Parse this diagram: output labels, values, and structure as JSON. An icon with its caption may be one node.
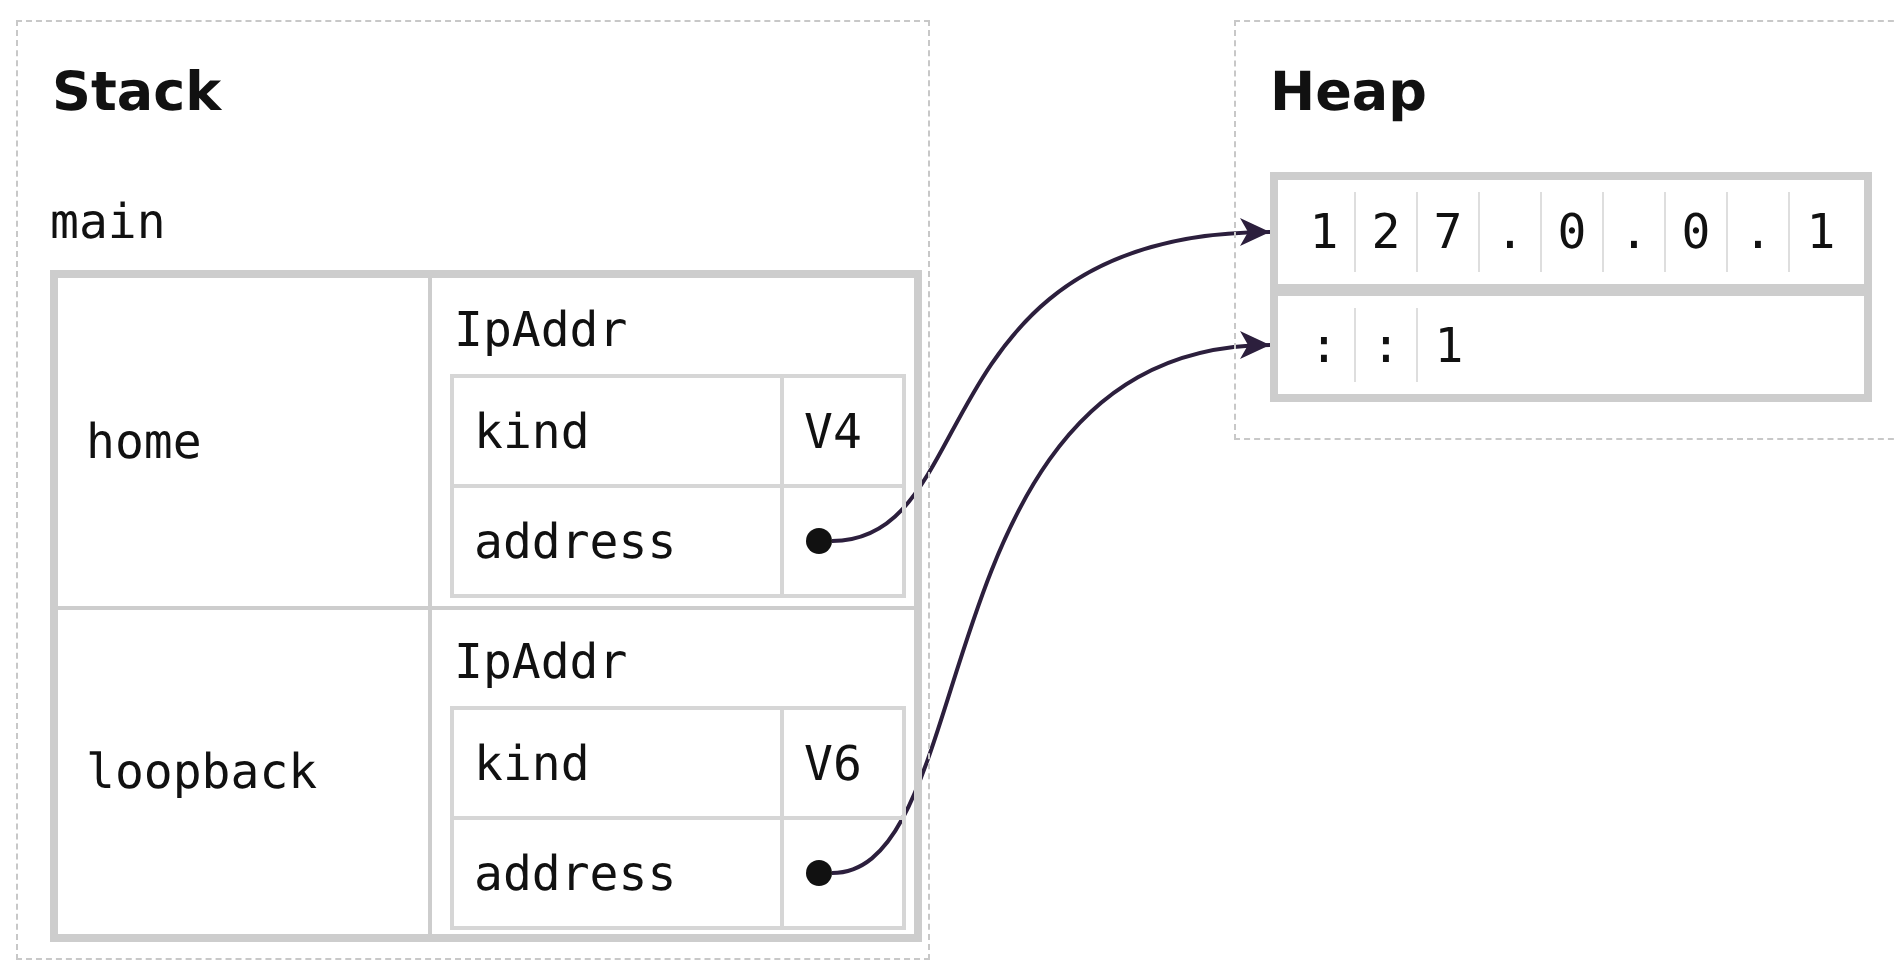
{
  "diagram": {
    "nodes": [
      {
        "text": [
          "Stack"
        ]
      },
      {
        "text": [
          "main"
        ],
        "in": 0
      },
      {
        "text": [
          "home"
        ],
        "in": 1
      },
      {
        "text": [
          "IpAddr",
          "kind",
          "V4",
          "address"
        ],
        "in": 1
      },
      {
        "text": [],
        "shape": "circle",
        "in": 3
      },
      {
        "text": [
          "loopback"
        ],
        "in": 1
      },
      {
        "text": [
          "IpAddr",
          "kind",
          "V6",
          "address"
        ],
        "in": 1
      },
      {
        "text": [],
        "shape": "circle",
        "in": 6
      },
      {
        "text": [
          "Heap"
        ]
      },
      {
        "text": [
          "1",
          "2",
          "7",
          ".",
          "0",
          ".",
          "0",
          ".",
          "1"
        ],
        "in": 8
      },
      {
        "text": [
          ":",
          ":",
          "1"
        ],
        "in": 8
      }
    ],
    "edges": [
      {
        "from": 4,
        "to": 9,
        "arrow": "to"
      },
      {
        "from": 7,
        "to": 10,
        "arrow": "to"
      }
    ]
  }
}
